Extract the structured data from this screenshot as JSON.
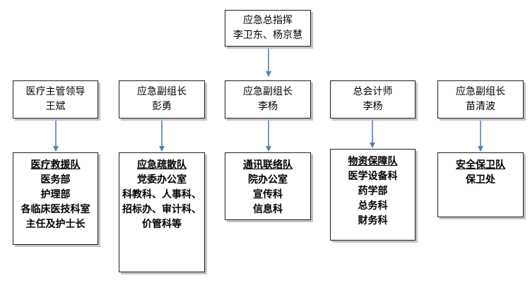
{
  "colors": {
    "connector": "#4f81bd",
    "border": "#1f1f1f",
    "shadow": "#c3c3c3"
  },
  "commander": {
    "lines": [
      "应急总指挥",
      "李卫东、杨京慧"
    ]
  },
  "leaders": [
    {
      "id": "medical-leader",
      "lines": [
        "医疗主管领导",
        "王斌"
      ]
    },
    {
      "id": "deputy-peng",
      "lines": [
        "应急副组长",
        "彭勇"
      ]
    },
    {
      "id": "deputy-li",
      "lines": [
        "应急副组长",
        "李杨"
      ]
    },
    {
      "id": "chief-accountant",
      "lines": [
        "总会计师",
        "李杨"
      ]
    },
    {
      "id": "deputy-miao",
      "lines": [
        "应急副组长",
        "苗清波"
      ]
    }
  ],
  "teams": [
    {
      "id": "medical-rescue",
      "title": "医疗救援队",
      "lines": [
        "医务部",
        "护理部",
        "各临床医技科室",
        "主任及护士长"
      ]
    },
    {
      "id": "evacuation",
      "title": "应急疏散队",
      "lines": [
        "党委办公室",
        "科教科、人事科、",
        "招标办、审计科、",
        "价管科等"
      ]
    },
    {
      "id": "communication",
      "title": "通讯联络队",
      "lines": [
        "院办公室",
        "宣传科",
        "信息科"
      ]
    },
    {
      "id": "supplies",
      "title": "物资保障队",
      "lines": [
        "医学设备科",
        "药学部",
        "总务科",
        "财务科"
      ]
    },
    {
      "id": "security",
      "title": "安全保卫队",
      "lines": [
        "保卫处"
      ]
    }
  ]
}
